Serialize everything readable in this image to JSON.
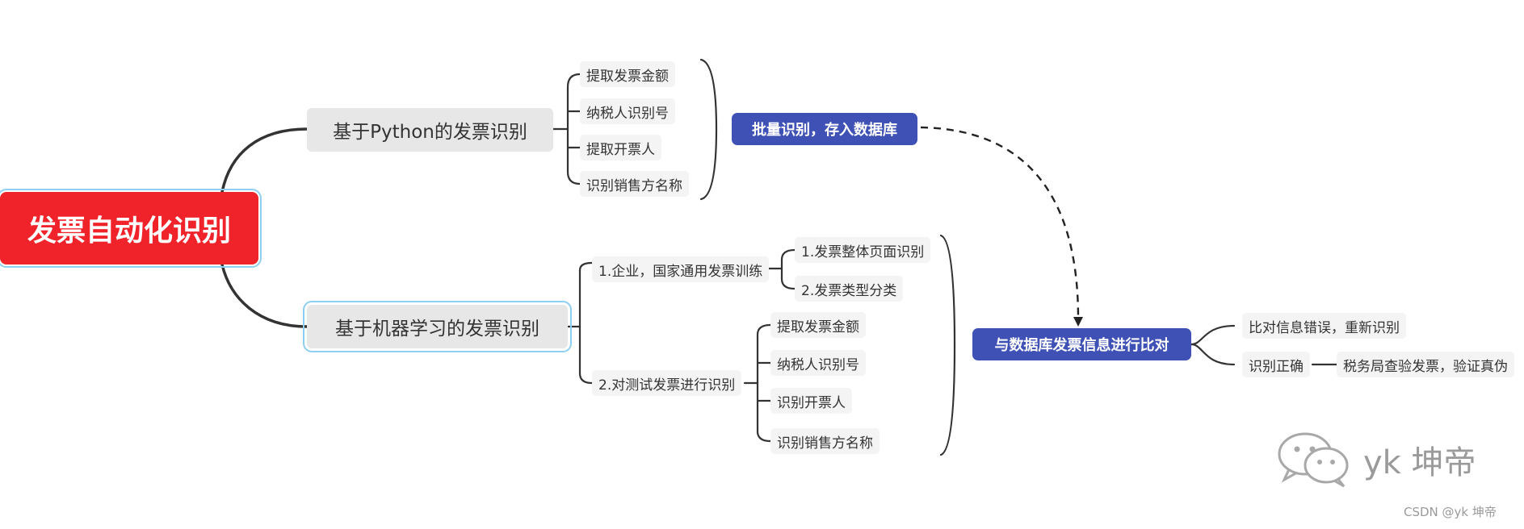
{
  "root": {
    "label": "发票自动化识别"
  },
  "python_branch": {
    "label": "基于Python的发票识别",
    "items": [
      "提取发票金额",
      "纳税人识别号",
      "提取开票人",
      "识别销售方名称"
    ]
  },
  "batch": {
    "label": "批量识别，存入数据库"
  },
  "ml_branch": {
    "label": "基于机器学习的发票识别",
    "training": {
      "label": "1.企业，国家通用发票训练",
      "items": [
        "1.发票整体页面识别",
        "2.发票类型分类"
      ]
    },
    "testing": {
      "label": "2.对测试发票进行识别",
      "items": [
        "提取发票金额",
        "纳税人识别号",
        "识别开票人",
        "识别销售方名称"
      ]
    }
  },
  "compare": {
    "label": "与数据库发票信息进行比对",
    "error": "比对信息错误，重新识别",
    "correct": "识别正确",
    "verify": "税务局查验发票，验证真伪"
  },
  "watermark": {
    "text": "yk 坤帝",
    "icon": "wechat-icon"
  },
  "credit": "CSDN @yk 坤帝",
  "colors": {
    "root": "#f0232b",
    "accent": "#3f51b5",
    "line": "#333333",
    "selection": "#8fd0f2"
  }
}
